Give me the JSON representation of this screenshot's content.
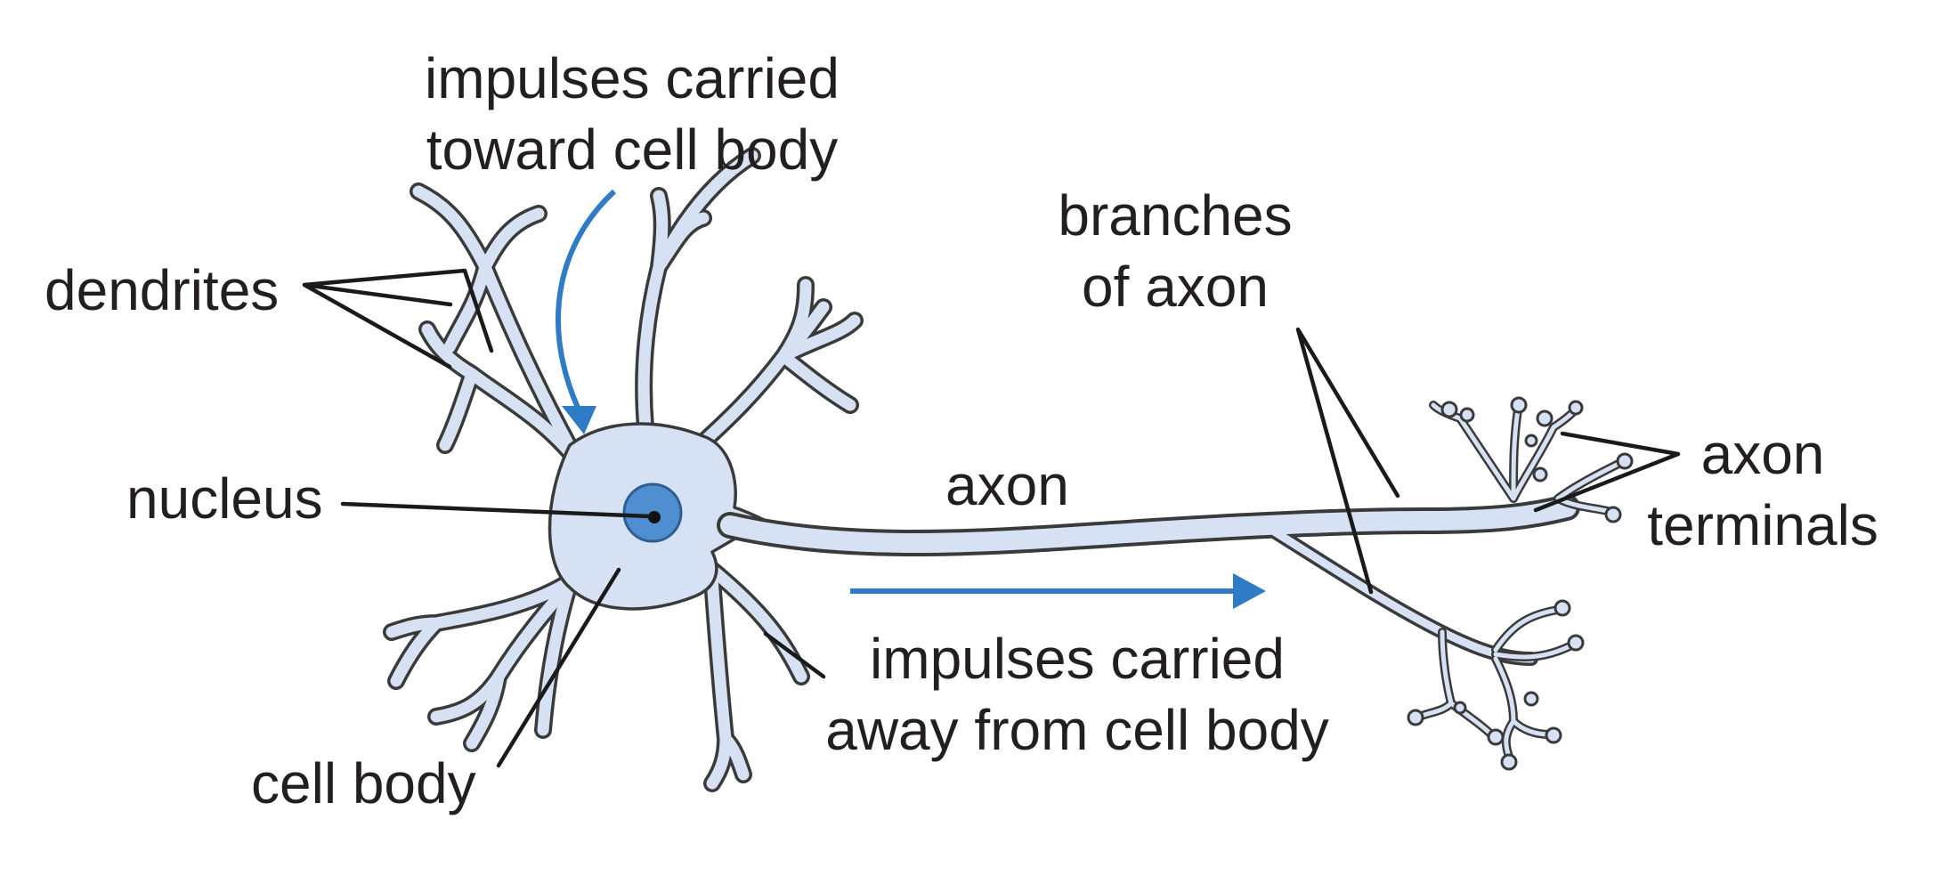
{
  "labels": {
    "dendrites": "dendrites",
    "nucleus": "nucleus",
    "cell_body": "cell body",
    "axon": "axon",
    "impulses_toward": [
      "impulses carried",
      "toward cell body"
    ],
    "impulses_away": [
      "impulses carried",
      "away from cell body"
    ],
    "branches_of_axon": [
      "branches",
      "of axon"
    ],
    "axon_terminals": [
      "axon",
      "terminals"
    ]
  },
  "colors": {
    "cytoplasm": "#d6e2f3",
    "nucleus": "#4f8fd1",
    "outline": "#3a3a3a",
    "impulse_arrow": "#2f7bc6",
    "text": "#231f20"
  }
}
